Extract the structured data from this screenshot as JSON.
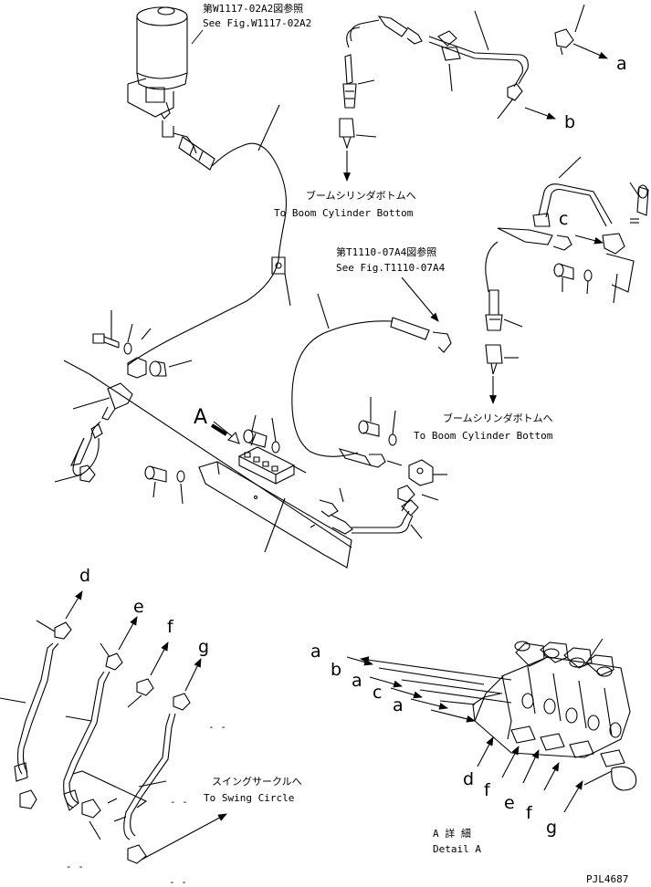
{
  "refs": {
    "w1117_ja": "第W1117-02A2図参照",
    "w1117_en": "See Fig.W1117-02A2",
    "t1110_ja": "第T1110-07A4図参照",
    "t1110_en": "See Fig.T1110-07A4"
  },
  "destinations": {
    "boom_bottom_1_ja": "ブームシリンダボトムへ",
    "boom_bottom_1_en": "To Boom Cylinder Bottom",
    "boom_bottom_2_ja": "ブームシリンダボトムへ",
    "boom_bottom_2_en": "To Boom Cylinder Bottom",
    "swing_circle_ja": "スイングサークルへ",
    "swing_circle_en": "To Swing Circle"
  },
  "callouts": {
    "a_top": "a",
    "b_top": "b",
    "c_top": "c",
    "view_A": "A",
    "d": "d",
    "e": "e",
    "f": "f",
    "g": "g"
  },
  "detail": {
    "title_ja": "A 詳 細",
    "title_en": "Detail A",
    "letters_left": [
      "a",
      "b",
      "a",
      "c",
      "a"
    ],
    "letters_bottom": [
      "d",
      "f",
      "e",
      "f",
      "g"
    ]
  },
  "drawing_code": "PJL4687",
  "dash_marks": [
    "- -",
    "- -",
    "- -",
    "- -"
  ]
}
